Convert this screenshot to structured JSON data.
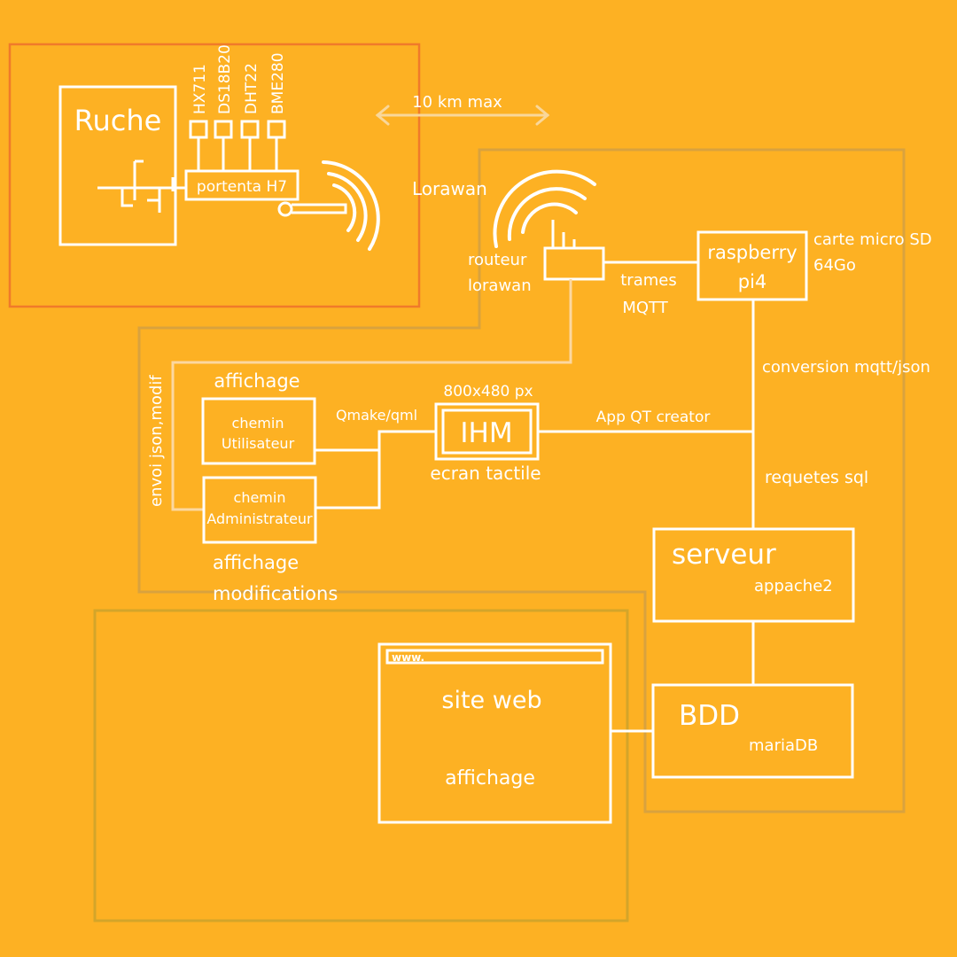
{
  "colors": {
    "background": "#FDB123",
    "line": "#ffffff",
    "ruche_zone": "#F07A2A",
    "network_zone": "#D9A23E",
    "web_zone": "#D3A52A",
    "range_arrow": "#F9D79A",
    "lora_link": "#FCD8A0"
  },
  "ruche": {
    "title": "Ruche",
    "board": "portenta H7",
    "sensors": [
      "HX711",
      "DS18B20",
      "DHT22",
      "BME280"
    ],
    "range": "10 km max",
    "link": "Lorawan"
  },
  "router": {
    "line1": "routeur",
    "line2": "lorawan",
    "frames_line1": "trames",
    "frames_line2": "MQTT"
  },
  "raspberry": {
    "line1": "raspberry",
    "line2": "pi4",
    "storage_line1": "carte micro SD",
    "storage_line2": "64Go",
    "conversion": "conversion mqtt/json"
  },
  "hmi": {
    "resolution": "800x480 px",
    "title": "IHM",
    "subtitle": "ecran tactile",
    "app": "App QT creator",
    "qmake": "Qmake/qml",
    "send_label": "envoi json,modif",
    "user_display": "affichage",
    "user_line1": "chemin",
    "user_line2": "Utilisateur",
    "admin_line1": "chemin",
    "admin_line2": "Administrateur",
    "admin_display_line1": "affichage",
    "admin_display_line2": "modifications"
  },
  "server": {
    "requests": "requetes sql",
    "title": "serveur",
    "software": "appache2"
  },
  "database": {
    "title": "BDD",
    "software": "mariaDB"
  },
  "website": {
    "url": "www.",
    "title": "site web",
    "subtitle": "affichage"
  }
}
